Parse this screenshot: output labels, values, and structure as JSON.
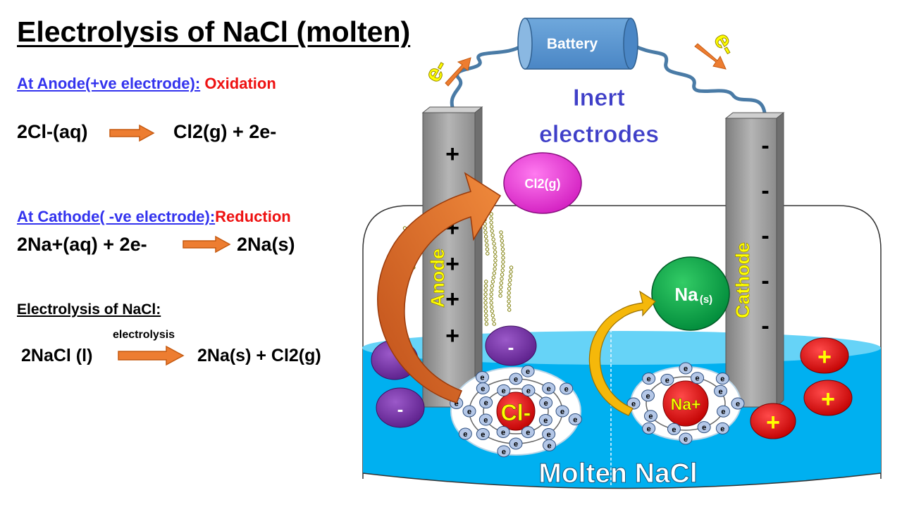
{
  "title": "Electrolysis of NaCl (molten)",
  "anode_section": {
    "label": "At Anode(+ve electrode):",
    "process": "Oxidation",
    "equation_left": "2Cl-(aq)",
    "equation_right": "Cl2(g) + 2e-"
  },
  "cathode_section": {
    "label": "At Cathode( -ve electrode):",
    "process": "Reduction",
    "equation_left": "2Na+(aq) + 2e-",
    "equation_right": "2Na(s)"
  },
  "overall_section": {
    "label": "Electrolysis of NaCl:",
    "equation_left": "2NaCl (l)",
    "arrow_label": "electrolysis",
    "equation_right": "2Na(s) + Cl2(g)"
  },
  "diagram": {
    "battery_label": "Battery",
    "electron_left": "e-",
    "electron_right": "e-",
    "electrodes_label_line1": "Inert",
    "electrodes_label_line2": "electrodes",
    "anode_label": "Anode",
    "cathode_label": "Cathode",
    "anode_sign": "+",
    "cathode_sign": "-",
    "cl2_label": "Cl2(g)",
    "na_label": "Na",
    "na_state": "(s)",
    "cl_ion_label": "Cl-",
    "na_ion_label": "Na+",
    "electron_symbol": "e",
    "anion_sign": "-",
    "cation_sign": "+",
    "liquid_label": "Molten NaCl"
  },
  "colors": {
    "title": "#000000",
    "heading_blue": "#3333ee",
    "heading_red": "#ee1111",
    "arrow_orange": "#ed7d31",
    "electrode_gray": "#a6a6a6",
    "battery_blue": "#5b9bd5",
    "label_blue": "#3f3fc8",
    "liquid_blue": "#00b0f0",
    "cl2_magenta": "#ee3adf",
    "na_green": "#00b050",
    "cation_red": "#e81919",
    "anion_purple": "#7030a0",
    "electrode_text_yellow": "#ffff00"
  }
}
